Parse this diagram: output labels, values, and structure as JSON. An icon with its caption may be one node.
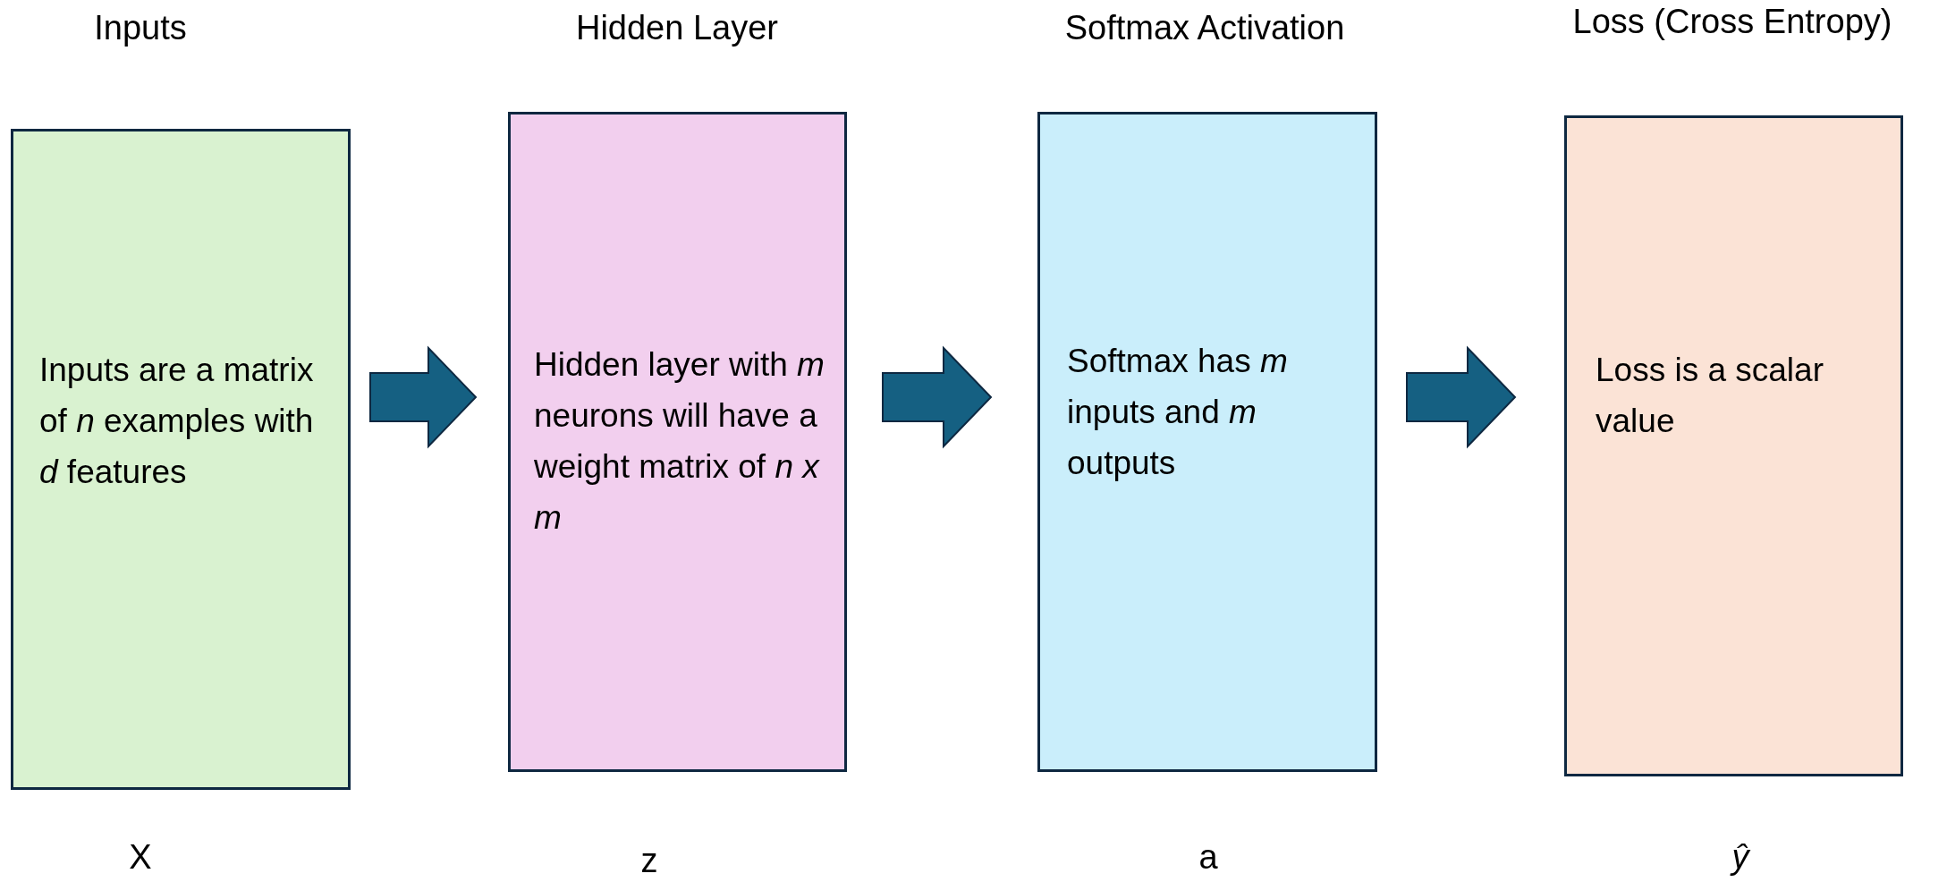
{
  "diagram": {
    "nodes": [
      {
        "text": [
          "Inputs",
          "Inputs are a matrix of *n* examples with *d* features"
        ],
        "beside": [
          "X"
        ]
      },
      {
        "text": [
          "Hidden Layer",
          "Hidden layer with *m* neurons will have a weight matrix of *n x m*"
        ],
        "beside": [
          "z"
        ]
      },
      {
        "text": [
          "Softmax Activation",
          "Softmax has *m* inputs and *m* outputs"
        ],
        "beside": [
          "a"
        ]
      },
      {
        "text": [
          "Loss (Cross Entropy)",
          "Loss is a scalar value"
        ],
        "beside": [
          "ŷ"
        ]
      }
    ],
    "edges": [
      {
        "from": 0,
        "to": 1,
        "arrow": "to"
      },
      {
        "from": 1,
        "to": 2,
        "arrow": "to"
      },
      {
        "from": 2,
        "to": 3,
        "arrow": "to"
      }
    ]
  }
}
